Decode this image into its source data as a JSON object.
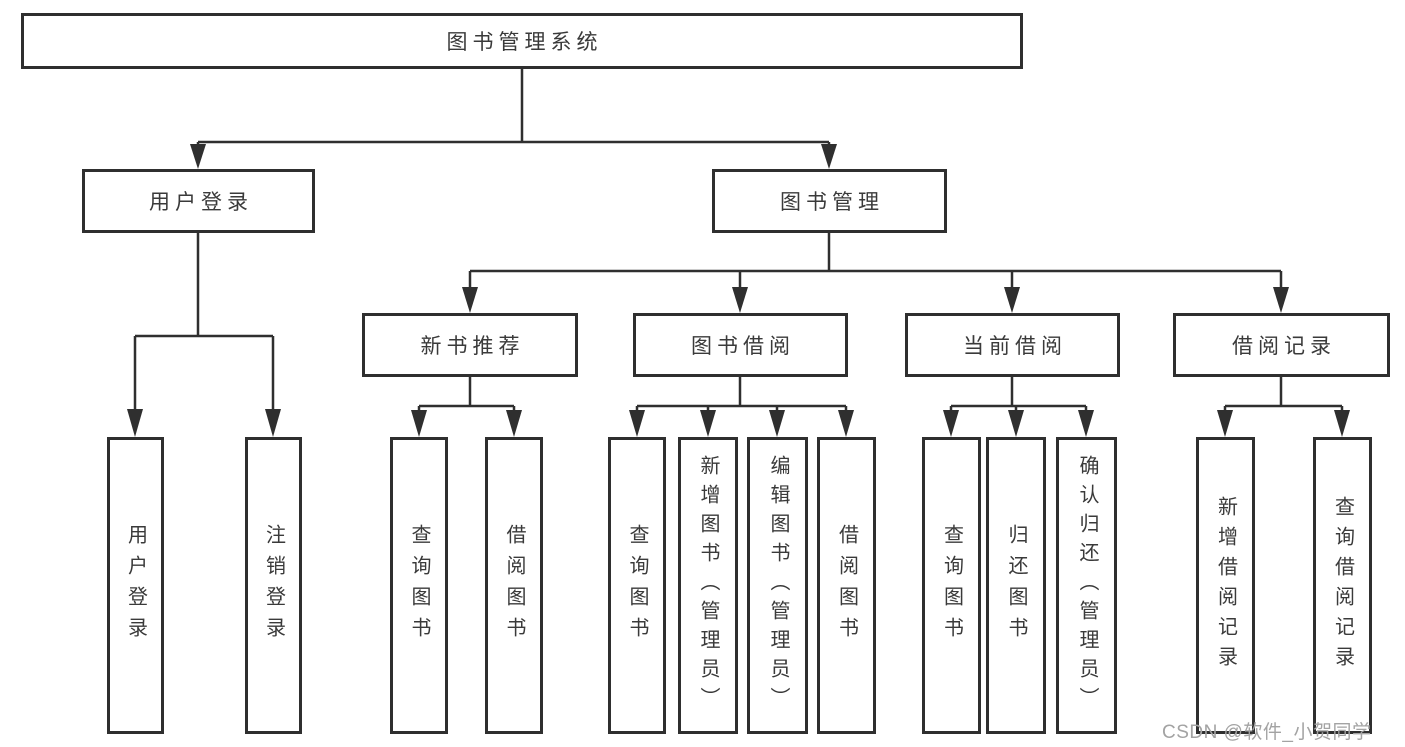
{
  "diagram": {
    "title": "图书管理系统",
    "root": {
      "label": "图书管理系统"
    },
    "branches": [
      {
        "label": "用户登录",
        "children": [
          {
            "label": "用户登录"
          },
          {
            "label": "注销登录"
          }
        ]
      },
      {
        "label": "图书管理",
        "children": [
          {
            "label": "新书推荐",
            "children": [
              {
                "label": "查询图书"
              },
              {
                "label": "借阅图书"
              }
            ]
          },
          {
            "label": "图书借阅",
            "children": [
              {
                "label": "查询图书"
              },
              {
                "label": "新增图书（管理员）"
              },
              {
                "label": "编辑图书（管理员）"
              },
              {
                "label": "借阅图书"
              }
            ]
          },
          {
            "label": "当前借阅",
            "children": [
              {
                "label": "查询图书"
              },
              {
                "label": "归还图书"
              },
              {
                "label": "确认归还（管理员）"
              }
            ]
          },
          {
            "label": "借阅记录",
            "children": [
              {
                "label": "新增借阅记录"
              },
              {
                "label": "查询借阅记录"
              }
            ]
          }
        ]
      }
    ],
    "colors": {
      "line": "#2f2f2f",
      "text": "#3a3a3a",
      "background": "#ffffff",
      "watermark": "#a3a3a3"
    },
    "watermark": "CSDN @软件_小贺同学"
  }
}
